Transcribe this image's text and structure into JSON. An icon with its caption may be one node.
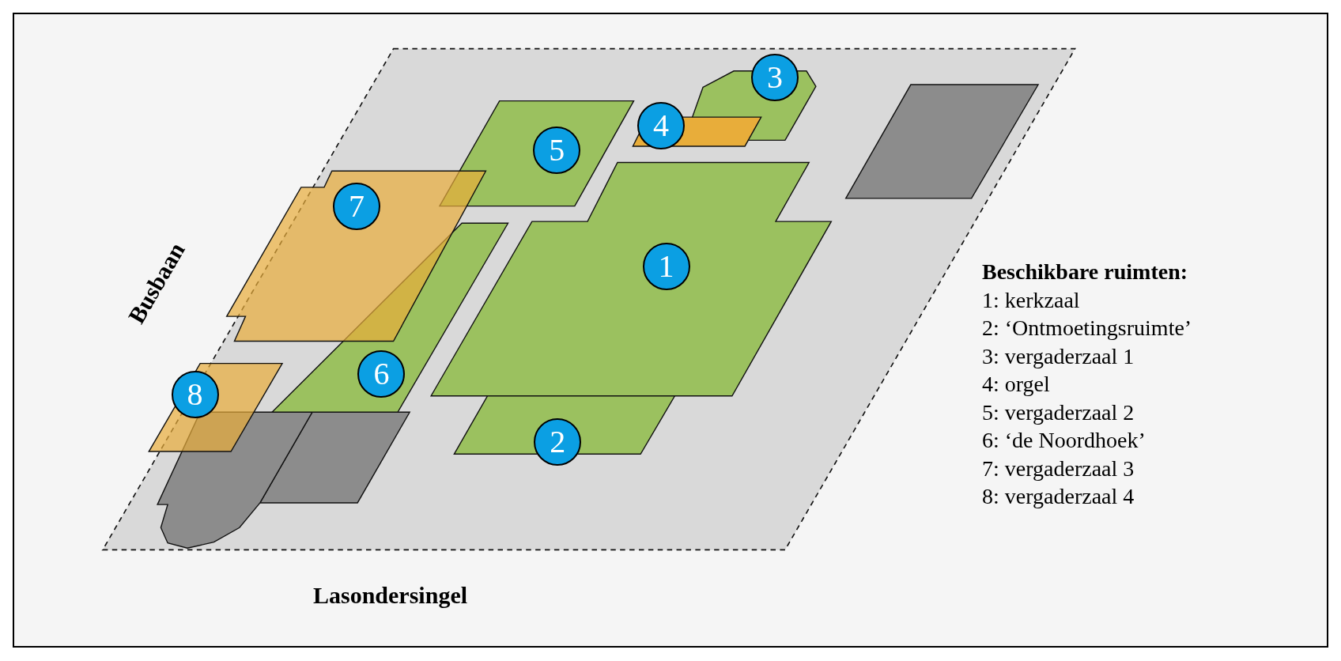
{
  "diagram": {
    "nodes": [
      {
        "text": [
          "3"
        ]
      },
      {
        "text": [
          "4"
        ]
      },
      {
        "text": [
          "5"
        ]
      },
      {
        "text": [
          "7"
        ]
      },
      {
        "text": [
          "1"
        ]
      },
      {
        "text": [
          "6"
        ]
      },
      {
        "text": [
          "8"
        ]
      },
      {
        "text": [
          "2"
        ]
      }
    ],
    "labels": [
      "Busbaan",
      "Beschikbare ruimten:",
      "1: kerkzaal",
      "2: ‘Ontmoetingsruimte’",
      "3: vergaderzaal 1",
      "4: orgel",
      "5: vergaderzaal 2",
      "6: ‘de Noordhoek’",
      "7: vergaderzaal 3",
      "8: vergaderzaal 4",
      "Lasondersingel"
    ]
  }
}
